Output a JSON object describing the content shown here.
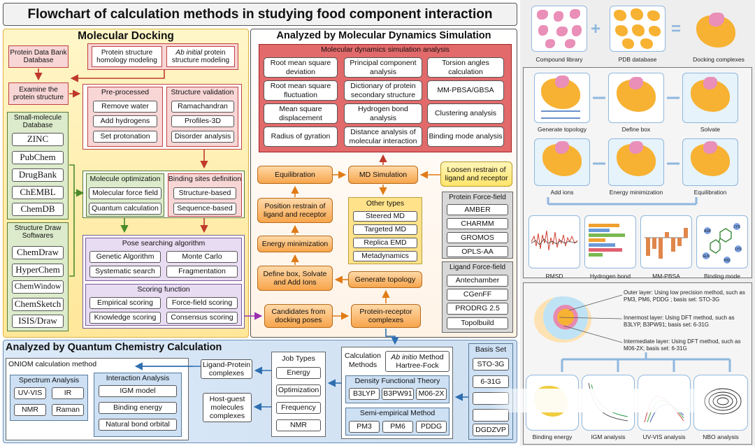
{
  "title": "Flowchart of calculation methods in studying food component interaction",
  "docking": {
    "title": "Molecular Docking",
    "pdb": "Protein Data Bank Database",
    "homology": "Protein structure homology modeling",
    "abinit_italic": "Ab initial",
    "abinit_rest": "protein structure modeling",
    "examine": "Examine the protein structure",
    "preprocessed": {
      "title": "Pre-processed",
      "items": [
        "Remove water",
        "Add hydrogens",
        "Set protonation"
      ]
    },
    "validation": {
      "title": "Structure validation",
      "items": [
        "Ramachandran",
        "Profiles-3D",
        "Disorder analysis"
      ]
    },
    "smallmol": {
      "title": "Small-molecule Database",
      "items": [
        "ZINC",
        "PubChem",
        "DrugBank",
        "ChEMBL",
        "ChemDB"
      ]
    },
    "drawsw": {
      "title": "Structure Draw Softwares",
      "items": [
        "ChemDraw",
        "HyperChem",
        "ChemWindow",
        "ChemSketch",
        "ISIS/Draw"
      ]
    },
    "optimization": {
      "title": "Molecule optimization",
      "items": [
        "Molecular force field",
        "Quantum calculation"
      ]
    },
    "binding": {
      "title": "Binding sites definition",
      "items": [
        "Structure-based",
        "Sequence-based"
      ]
    },
    "pose": {
      "title": "Pose searching algorithm",
      "items": [
        "Genetic Algorithm",
        "Monte Carlo",
        "Systematic search",
        "Fragmentation"
      ]
    },
    "scoring": {
      "title": "Scoring function",
      "items": [
        "Empirical scoring",
        "Force-field scoring",
        "Knowledge scoring",
        "Consensus scoring"
      ]
    }
  },
  "md": {
    "title": "Analyzed by Molecular Dynamics Simulation",
    "analysis_title": "Molecular dynamics simulation analysis",
    "analysis_items": [
      "Root mean square deviation",
      "Principal component analysis",
      "Torsion angles calculation",
      "Root mean square fluctuation",
      "Dictionary of protein secondary structure",
      "MM-PBSA/GBSA",
      "Mean square displacement",
      "Hydrogen bond analysis",
      "Clustering analysis",
      "Radius of gyration",
      "Distance analysis of molecular interaction",
      "Binding mode analysis"
    ],
    "equilibration": "Equilibration",
    "md_simulation": "MD Simulation",
    "loosen": "Loosen restrain of ligand and receptor",
    "position": "Position restrain of ligand and receptor",
    "energy_min": "Energy minimization",
    "define_box": "Define box, Solvate and Add Ions",
    "gen_topology": "Generate topology",
    "candidates": "Candidates from docking poses",
    "complexes": "Protein-receptor complexes",
    "other_title": "Other types",
    "other_items": [
      "Steered MD",
      "Targeted MD",
      "Replica EMD",
      "Metadynamics"
    ],
    "protein_ff": {
      "title": "Protein Force-field",
      "items": [
        "AMBER",
        "CHARMM",
        "GROMOS",
        "OPLS-AA"
      ]
    },
    "ligand_ff": {
      "title": "Ligand Force-field",
      "items": [
        "Antechamber",
        "CGenFF",
        "PRODRG 2.5",
        "Topolbuild"
      ]
    }
  },
  "qc": {
    "title": "Analyzed by Quantum Chemistry Calculation",
    "oniom": "ONIOM calculation method",
    "spectrum": {
      "title": "Spectrum Analysis",
      "items": [
        "UV-VIS",
        "IR",
        "NMR",
        "Raman"
      ]
    },
    "interaction": {
      "title": "Interaction Analysis",
      "items": [
        "IGM model",
        "Binding energy",
        "Natural bond orbital"
      ]
    },
    "ligand_protein": "Ligand-Protein complexes",
    "host_guest": "Host-guest molecules complexes",
    "job": {
      "title": "Job Types",
      "items": [
        "Energy",
        "Optimization",
        "Frequency",
        "NMR"
      ]
    },
    "calc_methods": "Calculation Methods",
    "abinitio_italic": "Ab initio",
    "abinitio_rest": "Method",
    "hartree": "Hartree-Fock",
    "dft": {
      "title": "Density Functional Theory",
      "items": [
        "B3LYP",
        "B3PW91",
        "M06-2X"
      ]
    },
    "semi": {
      "title": "Semi-empirical Method",
      "items": [
        "PM3",
        "PM6",
        "PDDG"
      ]
    },
    "basis": {
      "title": "Basis Set",
      "items": [
        "STO-3G",
        "6-31G",
        "DGDZVP"
      ]
    }
  },
  "right": {
    "top_caps": [
      "Compound library",
      "PDB database",
      "Docking complexes"
    ],
    "plus": "+",
    "equals": "=",
    "mid_caps": [
      "Generate topology",
      "Define box",
      "Solvate",
      "Add ions",
      "Energy minimization",
      "Equilibration"
    ],
    "chart_caps": [
      "RMSD",
      "Hydrogen bond",
      "MM-PBSA",
      "Binding mode"
    ],
    "mol_labels": [
      "ASP",
      "LYS",
      "LYS",
      "GLN",
      "HIS"
    ],
    "layers": [
      "Outer layer: Using low precision method, such as PM3, PM6, PDDG ; basis set: STO-3G",
      "Innermost layer: Using DFT method, such as B3LYP, B3PW91; basis set: 6-31G",
      "Intermediate layer: Using DFT method, such as M06-2X; basis set: 6-31G"
    ],
    "bottom_caps": [
      "Binding energy",
      "IGM analysis",
      "UV-VIS analysis",
      "NBO analysis"
    ]
  }
}
